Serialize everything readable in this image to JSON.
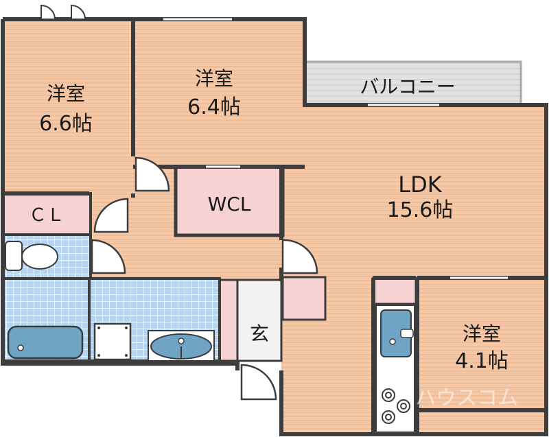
{
  "floorplan": {
    "rooms": {
      "bedroom1": {
        "name": "洋室",
        "size": "6.6帖"
      },
      "bedroom2": {
        "name": "洋室",
        "size": "6.4帖"
      },
      "ldk": {
        "name": "LDK",
        "size": "15.6帖"
      },
      "bedroom3": {
        "name": "洋室",
        "size": "4.1帖"
      },
      "wcl": {
        "name": "WCL"
      },
      "cl": {
        "name": "ＣＬ"
      },
      "balcony": {
        "name": "バルコニー"
      },
      "entrance": {
        "name": "玄"
      }
    },
    "watermark": "ハウスコム"
  },
  "colors": {
    "room_floor": "#f5c9a8",
    "room_stripe": "#eebd97",
    "storage_floor": "#f6d2d3",
    "wet_floor": "#b9d4ee",
    "wet_grid": "#ffffff",
    "wall": "#3d3d3d",
    "balcony": "#e2e2e2",
    "balcony_line": "#c9c9c9",
    "fixture": "#6fa4c4",
    "fixture_edge": "#3b3b3b"
  }
}
